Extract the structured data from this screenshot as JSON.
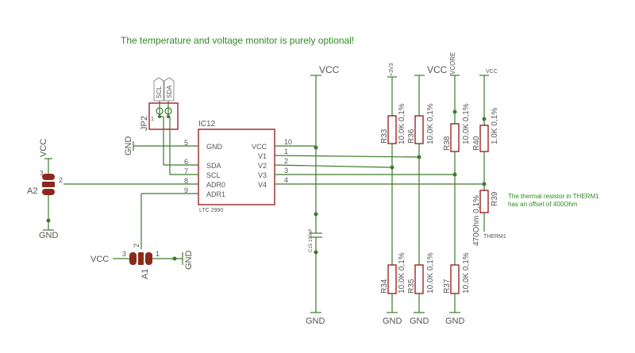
{
  "notes": {
    "optional": "The temperature and voltage monitor is purely optional!",
    "therm_line1": "The thermal resistor in THERM1",
    "therm_line2": "has an offset of 400Ohm"
  },
  "ic": {
    "ref": "IC12",
    "part": "LTC 2990",
    "pins_left": [
      {
        "num": "5",
        "name": "GND"
      },
      {
        "num": "6",
        "name": "SDA"
      },
      {
        "num": "7",
        "name": "SCL"
      },
      {
        "num": "8",
        "name": "ADR0"
      },
      {
        "num": "9",
        "name": "ADR1"
      }
    ],
    "pins_right": [
      {
        "num": "10",
        "name": "VCC"
      },
      {
        "num": "1",
        "name": "V1"
      },
      {
        "num": "2",
        "name": "V2"
      },
      {
        "num": "3",
        "name": "V3"
      },
      {
        "num": "4",
        "name": "V4"
      }
    ]
  },
  "connector": {
    "ref": "JP2",
    "pin1": "1",
    "sig1": "SCL",
    "sig2": "SDA"
  },
  "jumpers": {
    "a1": {
      "ref": "A1",
      "p1": "1",
      "p2": "2",
      "p3": "3"
    },
    "a2": {
      "ref": "A2",
      "p2": "2",
      "p3": "3"
    }
  },
  "capacitor": {
    "ref": "C15",
    "value": "100nF"
  },
  "resistors": {
    "r33": {
      "ref": "R33",
      "value": "10.0K 0,1%"
    },
    "r34": {
      "ref": "R34",
      "value": "10.0K 0,1%"
    },
    "r35": {
      "ref": "R35",
      "value": "10.0K 0,1%"
    },
    "r36": {
      "ref": "R36",
      "value": "10.0K 0,1%"
    },
    "r37": {
      "ref": "R37",
      "value": "10.0K 0,1%"
    },
    "r38": {
      "ref": "R38",
      "value": "10.0K 0,1%"
    },
    "r39": {
      "ref": "R39",
      "value": "470Ohm 0,1%"
    },
    "r40": {
      "ref": "R40",
      "value": "1.0K 0,1%"
    }
  },
  "nets": {
    "vcc": "VCC",
    "gnd": "GND",
    "v3v3": "+3V3",
    "vcore": "VCORE",
    "vcc_small": "VCC",
    "therm": "THERM1"
  }
}
